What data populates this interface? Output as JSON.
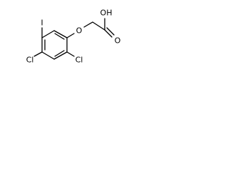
{
  "molecule": {
    "atoms": {
      "iodine": "I",
      "chlorine_left": "Cl",
      "chlorine_right": "Cl",
      "ether_oxygen": "O",
      "carbonyl_oxygen": "O",
      "hydroxyl": "OH"
    },
    "colors": {
      "bond": "#000000",
      "label": "#000000",
      "background": "#ffffff"
    }
  }
}
